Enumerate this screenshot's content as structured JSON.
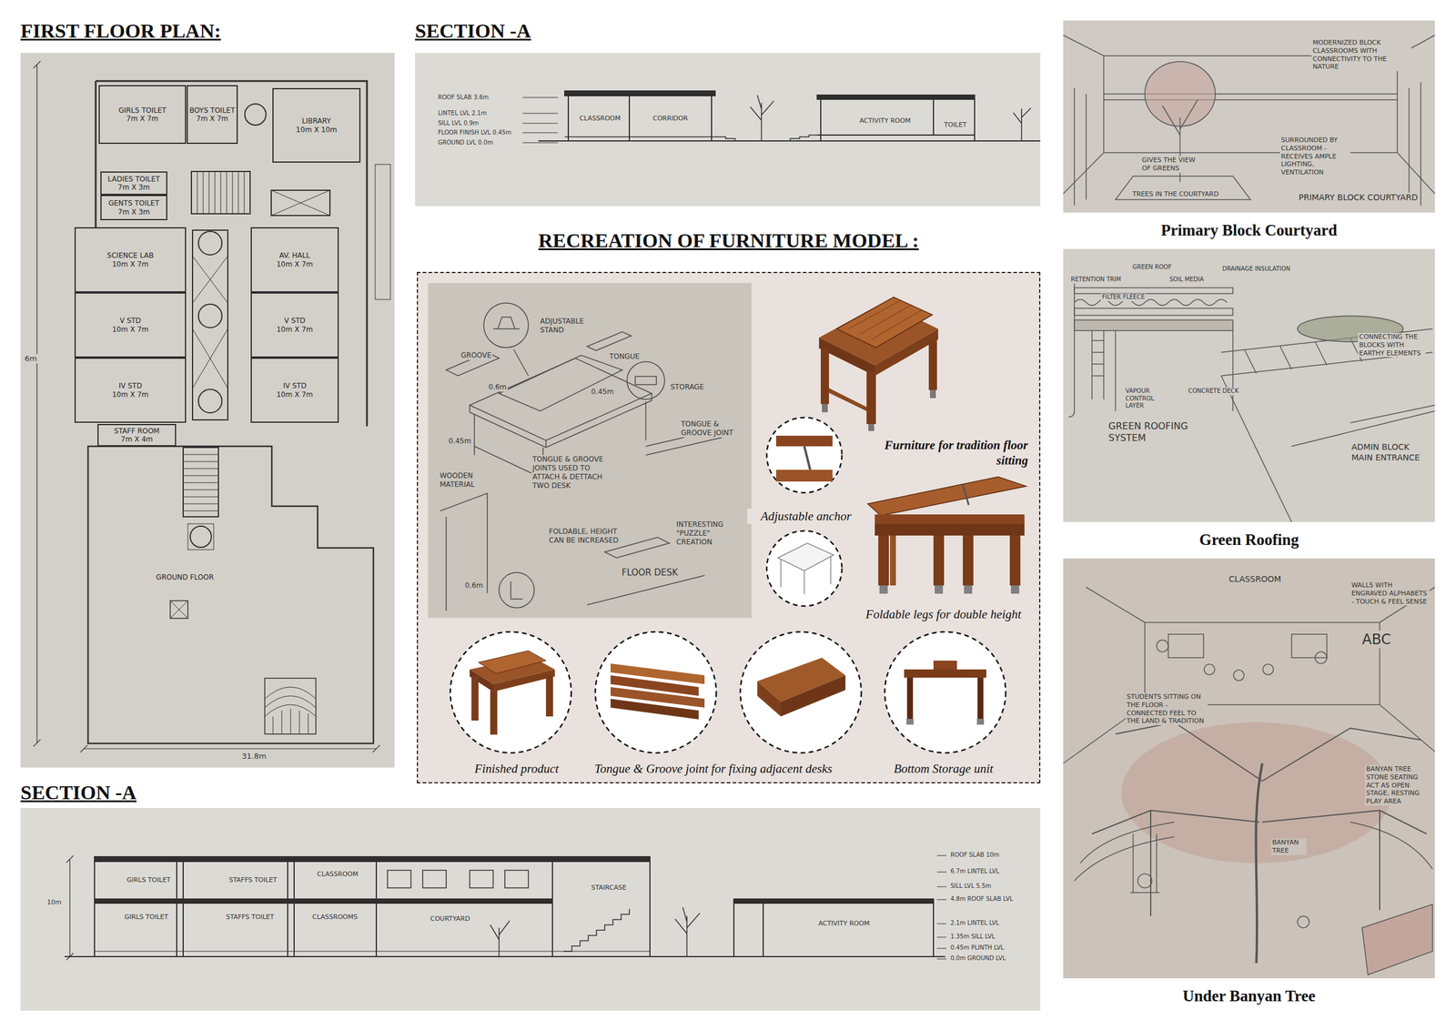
{
  "diagram": {
    "nodes": [
      {
        "text": [
          "FIRST FLOOR PLAN:"
        ]
      },
      {
        "text": [
          "GIRLS TOILET",
          "7m X 7m"
        ],
        "in": 0
      },
      {
        "text": [
          "BOYS TOILET",
          "7m X 7m"
        ],
        "in": 0
      },
      {
        "text": [
          "LIBRARY",
          "10m X 10m"
        ],
        "in": 0
      },
      {
        "text": [
          "LADIES TOILET",
          "7m X 3m"
        ],
        "in": 0
      },
      {
        "text": [
          "GENTS TOILET",
          "7m X 3m"
        ],
        "in": 0
      },
      {
        "text": [
          "SCIENCE LAB",
          "10m X 7m"
        ],
        "in": 0
      },
      {
        "text": [
          "AV. HALL",
          "10m X 7m"
        ],
        "in": 0
      },
      {
        "text": [
          "V STD",
          "10m X 7m"
        ],
        "in": 0
      },
      {
        "text": [
          "V STD",
          "10m X 7m"
        ],
        "in": 0
      },
      {
        "text": [
          "IV STD",
          "10m X 7m"
        ],
        "in": 0
      },
      {
        "text": [
          "IV STD",
          "10m X 7m"
        ],
        "in": 0
      },
      {
        "text": [
          "STAFF ROOM",
          "7m X 4m"
        ],
        "in": 0
      },
      {
        "text": [
          "GROUND FLOOR"
        ],
        "in": 0
      },
      {
        "text": [
          "SECTION -A"
        ]
      },
      {
        "text": [
          "RECREATION OF FURNITURE MODEL :"
        ]
      },
      {
        "text": [
          "SECTION -A"
        ]
      },
      {
        "text": [
          "Primary Block Courtyard"
        ]
      },
      {
        "text": [
          "Green Roofing"
        ]
      },
      {
        "text": [
          "Under Banyan Tree"
        ]
      }
    ],
    "labels": [
      "6m",
      "31.8m",
      "ROOF SLAB 3.6m",
      "LINTEL LVL 2.1m",
      "SILL LVL 0.9m",
      "FLOOR FINISH LVL 0.45m",
      "GROUND LVL 0.0m",
      "CLASSROOM",
      "CORRIDOR",
      "ACTIVITY ROOM",
      "TOILET",
      "ADJUSTABLE STAND",
      "GROOVE",
      "TONGUE",
      "STORAGE",
      "0.6m",
      "0.45m",
      "TONGUE & GROOVE JOINT",
      "0.45m",
      "WOODEN MATERIAL",
      "TONGUE & GROOVE JOINTS USED TO ATTACH & DETTACH TWO DESK",
      "FOLDABLE, HEIGHT CAN BE INCREASED",
      "INTERESTING \"PUZZLE\" CREATION",
      "0.6m",
      "FLOOR DESK",
      "Furniture for tradition floor sitting",
      "Adjustable anchor",
      "Foldable legs for double height",
      "Finished product",
      "Tongue & Groove joint for fixing adjacent desks",
      "Bottom Storage unit",
      "MODERNIZED BLOCK CLASSROOMS WITH CONNECTIVITY TO THE NATURE",
      "GIVES THE VIEW OF GREENS",
      "SURROUNDED BY CLASSROOM - RECEIVES AMPLE LIGHTING, VENTILATION",
      "TREES IN THE COURTYARD",
      "PRIMARY BLOCK COURTYARD",
      "RETENTION TRIM",
      "GREEN ROOF",
      "SOIL MEDIA",
      "DRAINAGE INSULATION",
      "FILTER FLEECE",
      "VAPOUR CONTROL LAYER",
      "CONCRETE DECK",
      "GREEN ROOFING SYSTEM",
      "CONNECTING THE BLOCKS WITH EARTHY ELEMENTS",
      "ADMIN BLOCK MAIN ENTRANCE",
      "CLASSROOM",
      "WALLS WITH ENGRAVED ALPHABETS - TOUCH & FEEL SENSE",
      "ABC",
      "STUDENTS SITTING ON THE FLOOR - CONNECTED FEEL TO THE LAND & TRADITION",
      "BANYAN TREE STONE SEATING ACT AS OPEN STAGE, RESTING PLAY AREA",
      "BANYAN TREE",
      "GIRLS TOILET",
      "STAFFS TOILET",
      "CLASSROOM",
      "GIRLS TOILET",
      "STAFFS TOILET",
      "CLASSROOMS",
      "COURTYARD",
      "STAIRCASE",
      "ACTIVITY ROOM",
      "10m",
      "ROOF SLAB 10m",
      "6.7m LINTEL LVL",
      "SILL LVL 5.5m",
      "4.8m ROOF SLAB LVL",
      "2.1m LINTEL LVL",
      "1.35m SILL LVL",
      "0.45m PLINTH LVL",
      "0.0m GROUND LVL"
    ]
  }
}
